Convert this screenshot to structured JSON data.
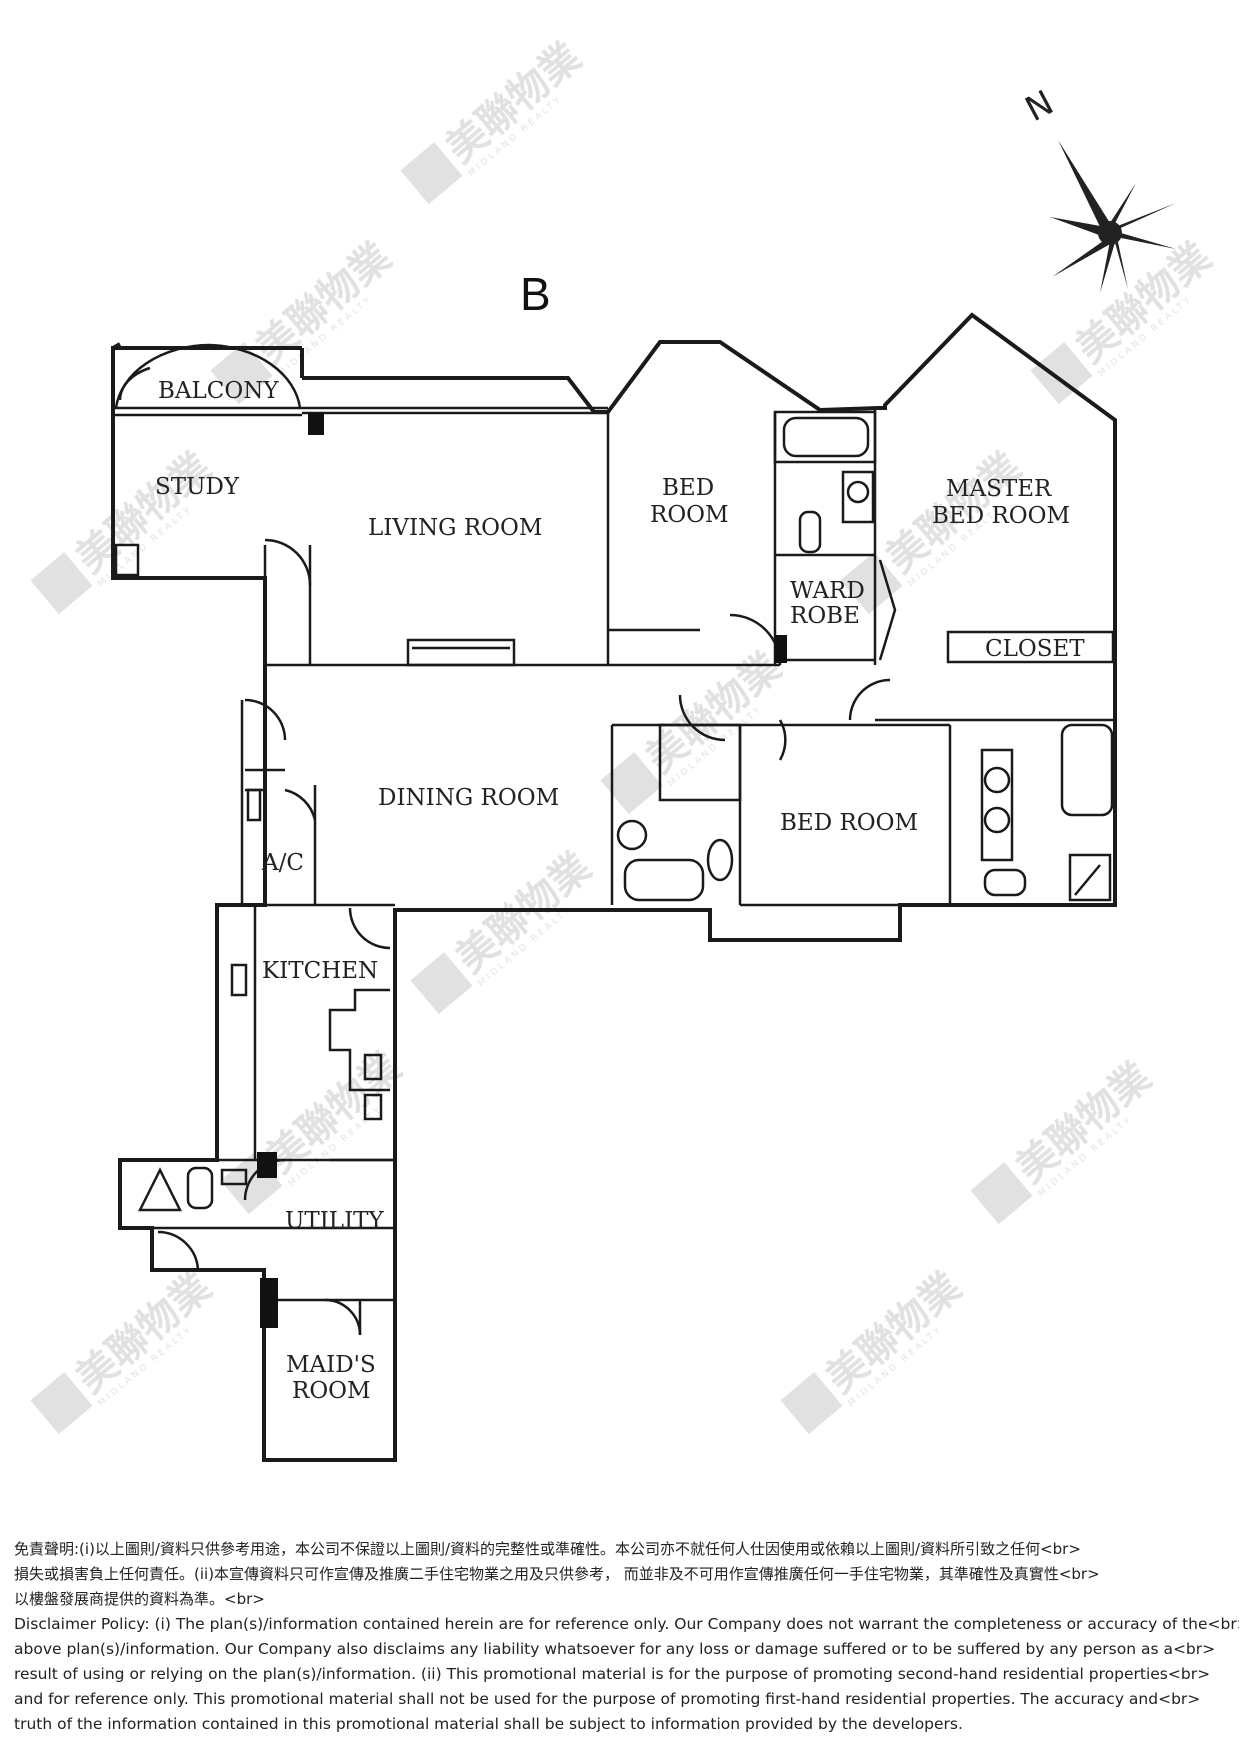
{
  "unit": "B",
  "compass": "N",
  "rooms": {
    "balcony": "BALCONY",
    "study": "STUDY",
    "living": "LIVING ROOM",
    "bed1_a": "BED",
    "bed1_b": "ROOM",
    "master_a": "MASTER",
    "master_b": "BED ROOM",
    "ward_a": "WARD",
    "ward_b": "ROBE",
    "closet": "CLOSET",
    "dining": "DINING ROOM",
    "bed2": "BED ROOM",
    "ac": "A/C",
    "kitchen": "KITCHEN",
    "utility": "UTILITY",
    "maid_a": "MAID'S",
    "maid_b": "ROOM"
  },
  "watermark": {
    "brand": "美聯物業",
    "sub": "MIDLAND REALTY"
  },
  "disclaimer": {
    "zh1": "免責聲明:(i)以上圖則/資料只供參考用途，本公司不保證以上圖則/資料的完整性或準確性。本公司亦不就任何人仕因使用或依賴以上圖則/資料所引致之任何<br>",
    "zh2": "損失或損害負上任何責任。(ii)本宣傳資料只可作宣傳及推廣二手住宅物業之用及只供參考， 而並非及不可用作宣傳推廣任何一手住宅物業，其準確性及真實性<br>",
    "zh3": "以樓盤發展商提供的資料為準。<br>",
    "en1": "Disclaimer Policy: (i) The plan(s)/information contained herein are for reference only. Our Company does not warrant the completeness or accuracy of the<br>",
    "en2": "above plan(s)/information. Our Company also disclaims any liability whatsoever for any loss or damage suffered or to be suffered by any person as a<br>",
    "en3": "result of using or relying on the plan(s)/information. (ii) This promotional material is for the purpose of promoting second-hand residential properties<br>",
    "en4": "and for reference only. This promotional material shall not be used for the purpose of promoting first-hand residential properties. The accuracy and<br>",
    "en5": "truth of the information contained in this promotional material shall be subject to information provided by the developers."
  }
}
